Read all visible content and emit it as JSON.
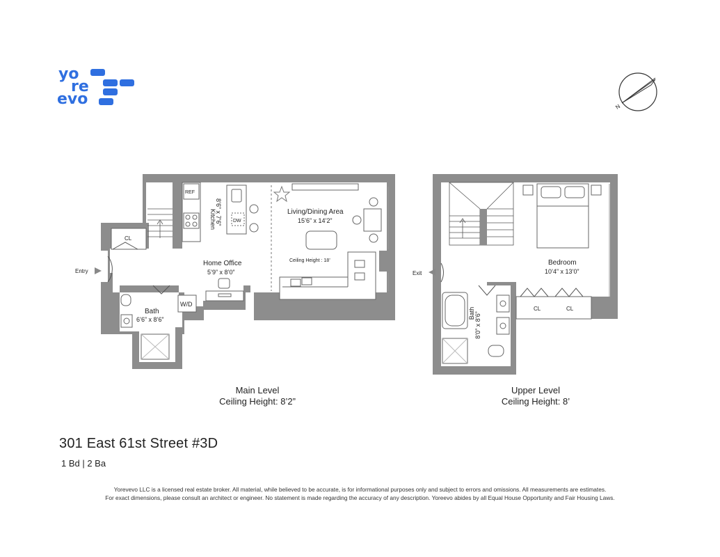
{
  "brand": {
    "logo_lines": [
      "yo",
      "re",
      "evo"
    ],
    "accent_color": "#2f6fe0"
  },
  "compass": {
    "label": "N"
  },
  "main_level": {
    "caption_line1": "Main Level",
    "caption_line2": "Ceiling Height: 8’2”",
    "rooms": {
      "kitchen_name": "Kitchen",
      "kitchen_dims": "8’6” x 7’6”",
      "living_name": "Living/Dining Area",
      "living_dims": "15’6” x 14’2”",
      "ceiling_note": "Ceiling Height : 18’",
      "office_name": "Home Office",
      "office_dims": "5’9” x 8’0”",
      "bath_name": "Bath",
      "bath_dims": "6’6” x 8’6”"
    },
    "labels": {
      "ref": "REF",
      "dw": "DW",
      "cl": "CL",
      "wd": "W/D",
      "entry": "Entry"
    }
  },
  "upper_level": {
    "caption_line1": "Upper Level",
    "caption_line2": "Ceiling Height: 8’",
    "rooms": {
      "bedroom_name": "Bedroom",
      "bedroom_dims": "10’4” x 13’0”",
      "bath_name": "Bath",
      "bath_dims": "8’0” x 8’6”"
    },
    "labels": {
      "exit": "Exit",
      "cl1": "CL",
      "cl2": "CL"
    }
  },
  "listing": {
    "address": "301 East 61st Street #3D",
    "summary": "1 Bd | 2 Ba"
  },
  "disclaimer": {
    "line1": "Yorevevo LLC is a licensed real estate broker. All material, while believed to be accurate, is for informational purposes only and subject to errors and omissions. All measurements are estimates.",
    "line2": "For exact dimensions, please consult an architect or engineer. No statement is made regarding the accuracy of any description. Yoreevo abides by all Equal House Opportunity and Fair Housing Laws."
  }
}
